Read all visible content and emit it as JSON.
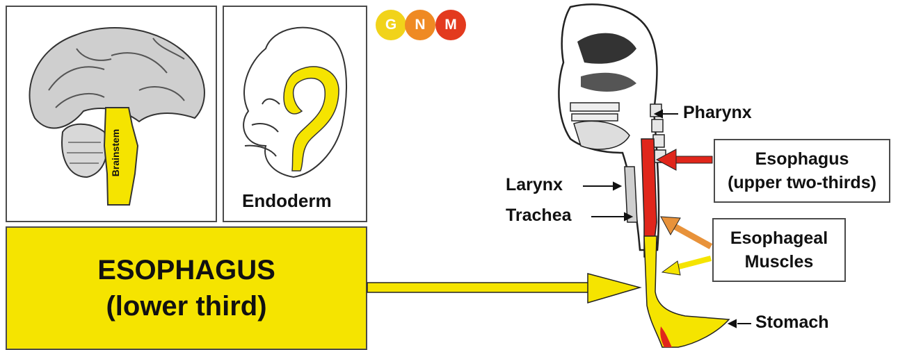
{
  "panels": {
    "brain_label": "Brainstem",
    "embryo_label": "Endoderm"
  },
  "main_box": {
    "line1": "ESOPHAGUS",
    "line2": "(lower third)"
  },
  "logo": {
    "letters": [
      "G",
      "N",
      "M"
    ],
    "colors": [
      "#f1d31a",
      "#ef8a23",
      "#e33a1e"
    ]
  },
  "labels": {
    "pharynx": "Pharynx",
    "larynx": "Larynx",
    "trachea": "Trachea",
    "stomach": "Stomach"
  },
  "boxes": {
    "upper": {
      "line1": "Esophagus",
      "line2": "(upper two-thirds)"
    },
    "muscles": {
      "line1": "Esophageal",
      "line2": "Muscles"
    }
  },
  "colors": {
    "yellow": "#f5e400",
    "red": "#e0261b",
    "orange": "#e8923a",
    "outline": "#4a4a4a"
  }
}
